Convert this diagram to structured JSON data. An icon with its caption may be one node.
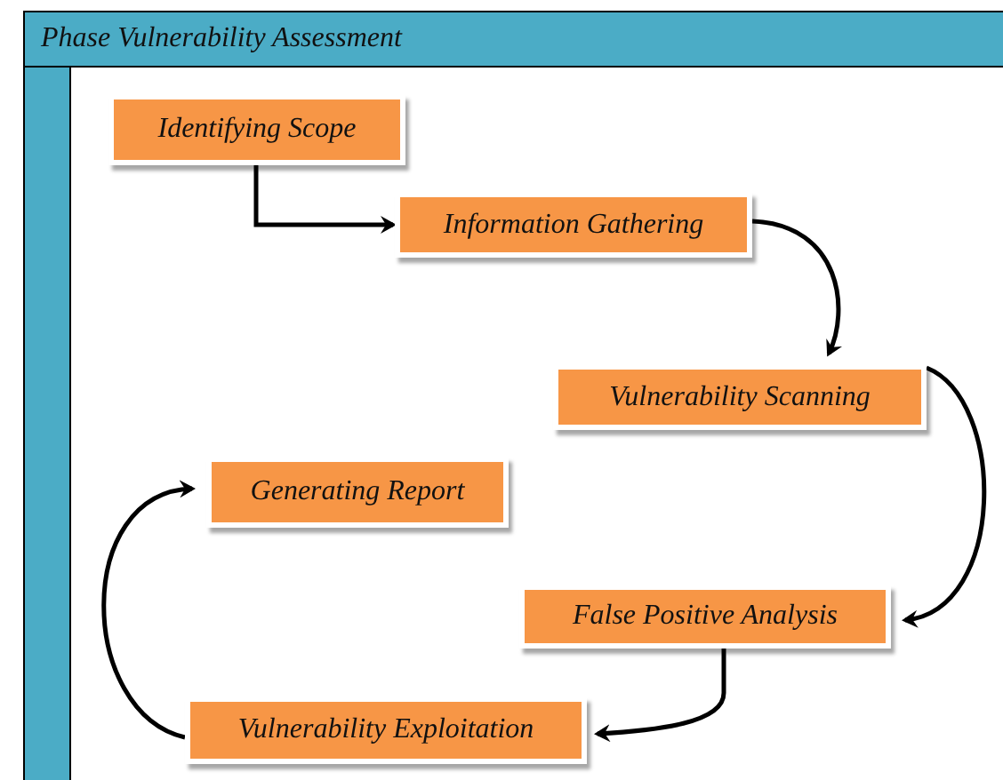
{
  "diagram": {
    "nodes": [
      {
        "text": [
          "Phase Vulnerability Assessment"
        ]
      },
      {
        "text": [
          "Identifying Scope"
        ],
        "in": 0
      },
      {
        "text": [
          "Information Gathering"
        ],
        "in": 0
      },
      {
        "text": [
          "Vulnerability Scanning"
        ],
        "in": 0
      },
      {
        "text": [
          "Generating Report"
        ],
        "in": 0
      },
      {
        "text": [
          "False Positive Analysis"
        ],
        "in": 0
      },
      {
        "text": [
          "Vulnerability Exploitation"
        ],
        "in": 0
      }
    ],
    "edges": [
      {
        "from": 1,
        "to": 2,
        "arrow": "to"
      },
      {
        "from": 2,
        "to": 3,
        "arrow": "to"
      },
      {
        "from": 3,
        "to": 5,
        "arrow": "to"
      },
      {
        "from": 5,
        "to": 6,
        "arrow": "to"
      },
      {
        "from": 6,
        "to": 4,
        "arrow": "to"
      }
    ]
  }
}
